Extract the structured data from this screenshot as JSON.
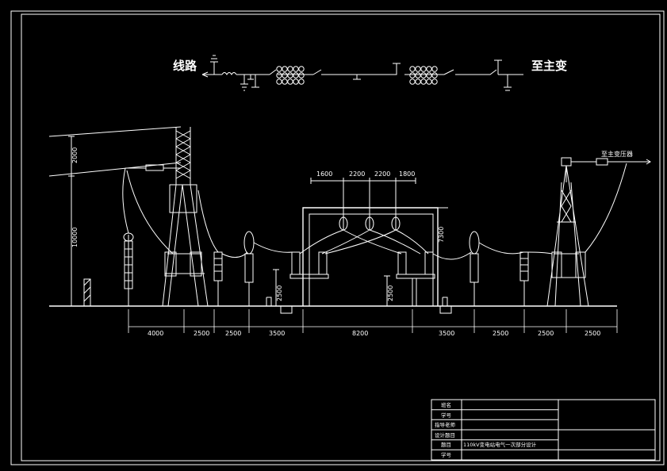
{
  "labels": {
    "line_side": "线路",
    "to_main_transformer": "至主变",
    "to_main_transformer_device": "至主变压器"
  },
  "vertical_dims": {
    "top_span": "2000",
    "tower_height": "10000",
    "gantry_height": "7300",
    "left_support": "2500",
    "right_support": "2500"
  },
  "top_dims": [
    "1600",
    "2200",
    "2200",
    "1800"
  ],
  "bottom_dims": [
    "4000",
    "2500",
    "2500",
    "3500",
    "8200",
    "3500",
    "2500",
    "2500",
    "2500"
  ],
  "title_block": {
    "rows": [
      {
        "label": "班名",
        "value": ""
      },
      {
        "label": "学号",
        "value": ""
      },
      {
        "label": "指导老师",
        "value": ""
      },
      {
        "label": "设计题目",
        "value": ""
      },
      {
        "label": "题目",
        "value": "110kV变电站电气一次部分设计"
      },
      {
        "label": "学号",
        "value": ""
      }
    ]
  }
}
